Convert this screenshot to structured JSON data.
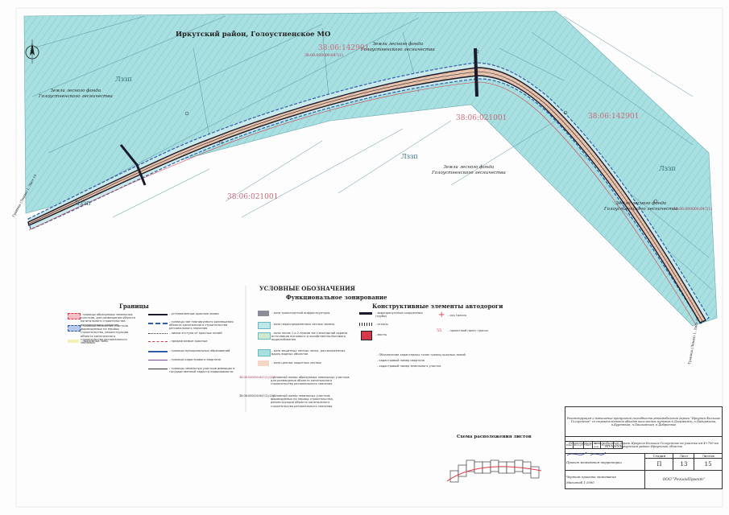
{
  "colors": {
    "forest_fill": "#a8dfe0",
    "forest_hatch": "#6bb8bf",
    "road_fill": "#e9c6b0",
    "road_edge": "#1a1a2a",
    "boundary_blue": "#2f5da8",
    "red_line": "#d9384a"
  },
  "map": {
    "district_title": "Иркутский район, Голоустненское МО",
    "forest_label_lines": [
      "Земли лесного фонда",
      "Голоустненского лесничества"
    ],
    "lzp_labels": [
      "Лззп",
      "Лззп",
      "Лззп",
      "Лззп"
    ],
    "cadastral_blocks": [
      "38:06:142901",
      "38:06:021001",
      "38:06:142901",
      "38:06:021001"
    ],
    "parcel_numbers": [
      "38:06:000000:647(1)",
      "38:06:000000:647(1)"
    ],
    "edge_label_left": "Граница (Линия) 1, Лист 14",
    "edge_label_right": "Граница (Линия) 1, Лист 16",
    "north_icon": "north-arrow"
  },
  "legend": {
    "title": "УСЛОВНЫЕ ОБОЗНАЧЕНИЯ",
    "col1_title": "Границы",
    "col2_title": "Функциональное зонирование",
    "col3_title": "Конструктивные элементы автодороги",
    "col1_items": [
      "- границы образуемых земельных участков, для размещения объекта капитального строительства регионального значения",
      "- границы земельных участков формируемых на период строительства, реконструкции объекта капитального строительства регионального значения",
      "- подземные зоны"
    ],
    "col1b_items": [
      "- установленные красные линии",
      "- границы зон планируемого размещения объекта капитального строительства регионального значения",
      "- линии отступа от красных линий",
      "- предлагаемые красные",
      "- граница муниципальных образований",
      "- граница кадастрового квартала",
      "- границы земельных участков имеющих в государственный кадастр недвижимости"
    ],
    "col2_items": [
      "- зона транспортной инфраструктуры",
      "- зона нераспределенных лесных земель",
      "- зоны лесов 1 и 2 поясов зон санитарной охраны источников питьевого и хозяйственно-бытового водоснабжения",
      "- зона защитных лесных полос, расположенных вдоль водных объектов",
      "- зона ценных защитных лесных"
    ],
    "col2b_items": [
      "- условный номер образуемых земельных участков для размещения объекта капитального строительства регионального значения",
      "- условный номер земельных участков формируемых на период строительства, реконструкции объекта капитального строительства регионального значения"
    ],
    "col2_codes": [
      "38:06:000000:647(1)/15/1",
      "38:06:000000:647(1)/15/1"
    ],
    "col3_items": [
      "- водопропускные сооружения (трубы)",
      "- откосы",
      "- мосты"
    ],
    "col3b_items": [
      "- ось трассы",
      "- проектный пикет трассы"
    ],
    "col3c_items": [
      "- Обозначение характерных точек границ красных линий",
      "- кадастровый номер квартала",
      "- кадастровый номер земельного участка"
    ],
    "pk_code": "55",
    "scheme_title": "Схема расположения листов"
  },
  "stamp": {
    "project_desc": "Реконструкция и повышение пропускной способности автомобильной дороги \"Иркутск-Большое Голоустное\" со строительством обходов населенных пунктов в Дзержинск, п.Падеряхина, п.Куртюхов, п.Пашковская, п.Добротное",
    "object_desc": "Реконструкция автомобильной дороги Иркутск-Большое Голоустное на участке км 4+700-км 16+000 в Иркутском районе Иркутской области",
    "sheet_title": "Проект межевания территории",
    "drawing_title": "Чертеж проекта межевания",
    "scale": "Масштаб 1:2000",
    "company": "ООО \"РегионПроект\"",
    "col_headers": [
      "Изм",
      "Кол.уч",
      "Лист",
      "№ док.",
      "Подпись",
      "Дата"
    ],
    "stage_header": "Стадия",
    "sheet_header": "Лист",
    "sheets_header": "Листов",
    "stage": "П",
    "sheet": "13",
    "sheets": "15"
  }
}
